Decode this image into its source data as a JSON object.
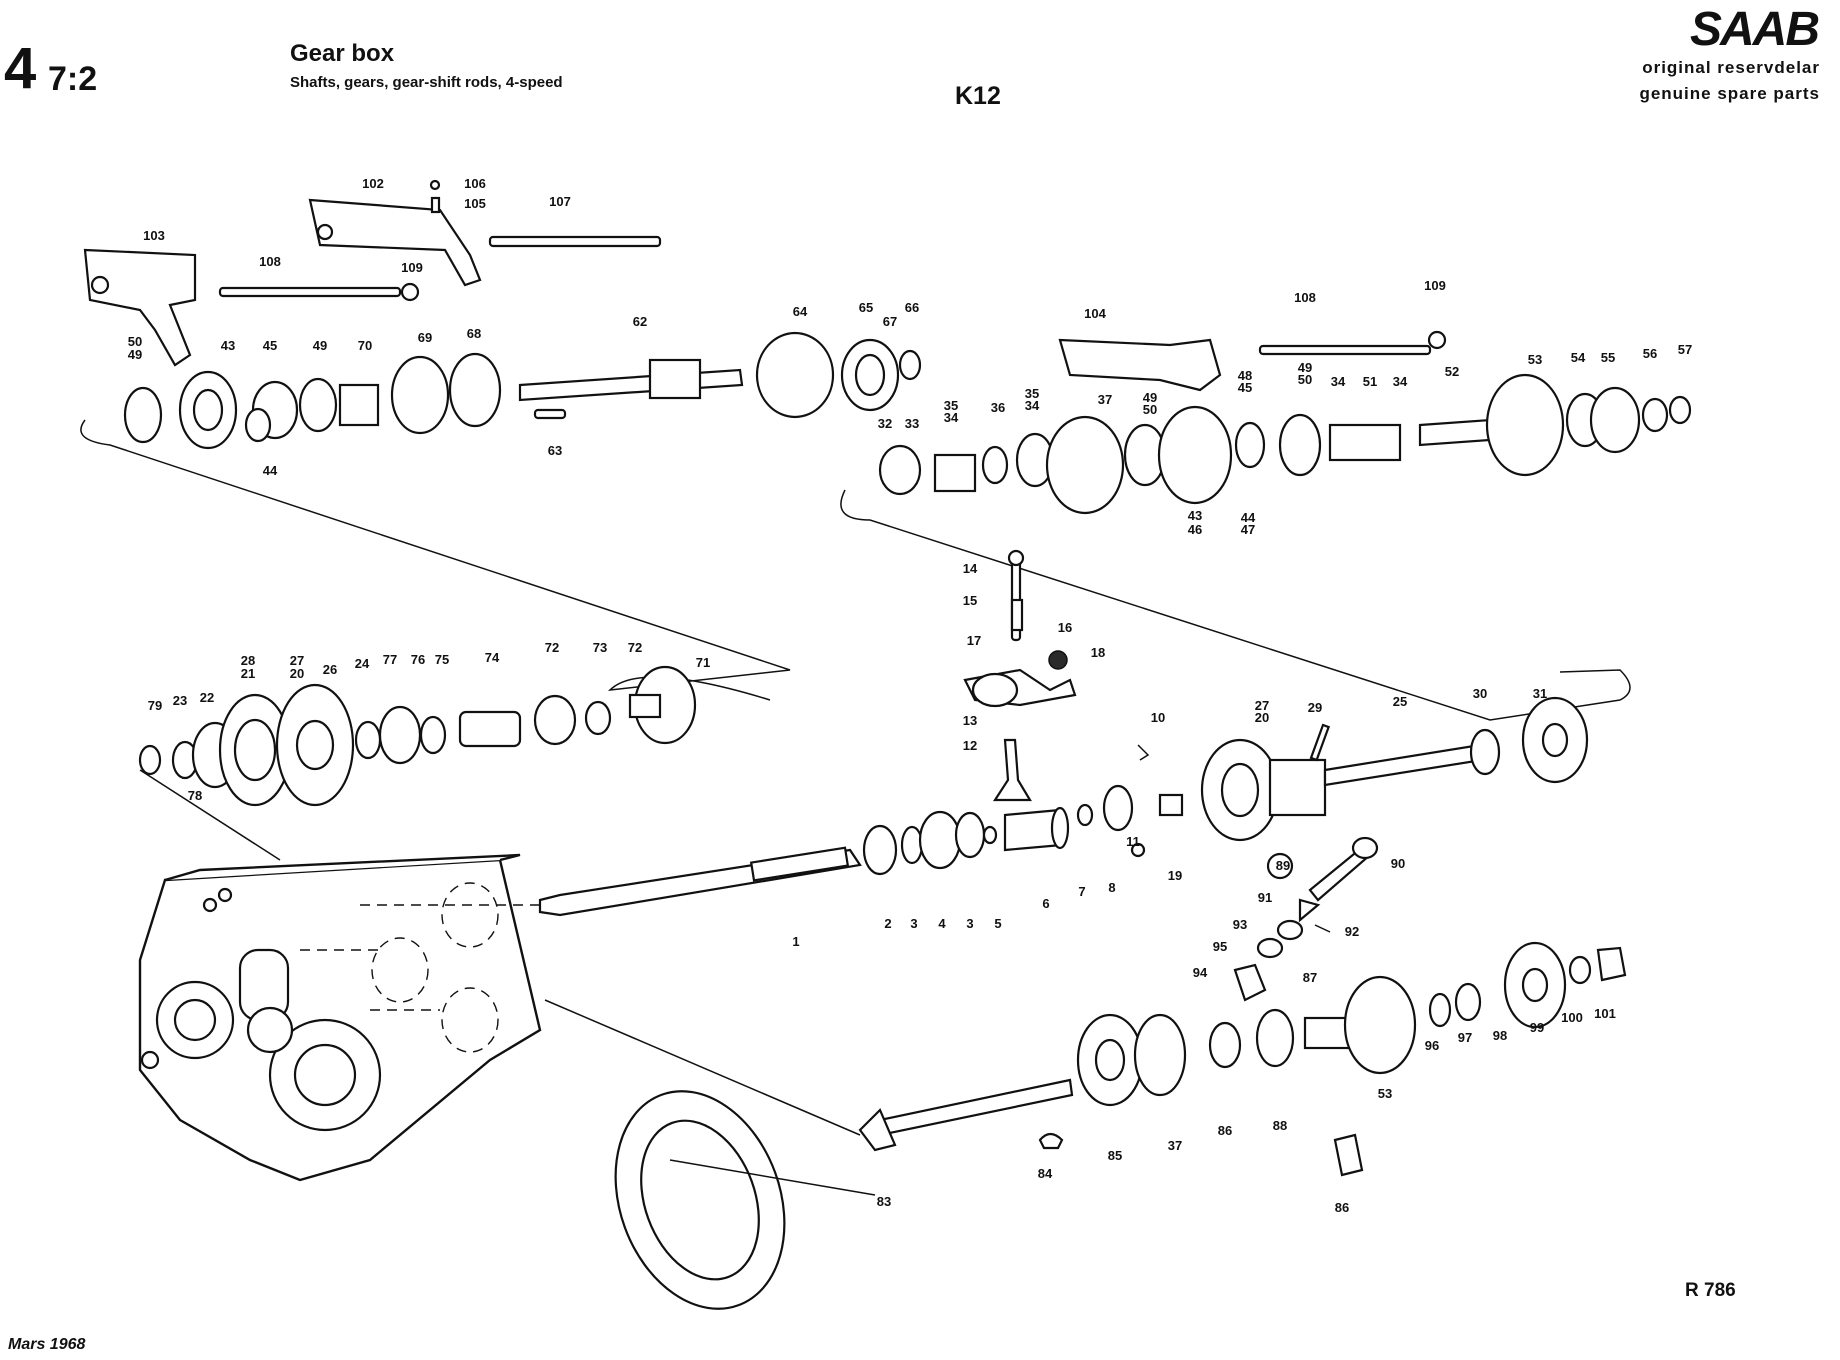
{
  "header": {
    "section_number": "4",
    "section_sub": "7:2",
    "title": "Gear box",
    "subtitle": "Shafts, gears, gear-shift rods, 4-speed",
    "model_code": "K12",
    "brand": "SAAB",
    "tagline_1": "original reservdelar",
    "tagline_2": "genuine spare parts"
  },
  "footer": {
    "drawing_ref": "R 786",
    "date": "Mars 1968"
  },
  "callouts": [
    "102",
    "106",
    "105",
    "107",
    "103",
    "108",
    "109",
    "50",
    "49",
    "43",
    "45",
    "44",
    "49",
    "70",
    "69",
    "68",
    "62",
    "63",
    "64",
    "65",
    "67",
    "66",
    "104",
    "108",
    "109",
    "32",
    "33",
    "35",
    "34",
    "36",
    "35",
    "34",
    "37",
    "49",
    "50",
    "43",
    "46",
    "48",
    "45",
    "44",
    "47",
    "49",
    "50",
    "34",
    "51",
    "34",
    "52",
    "53",
    "54",
    "55",
    "56",
    "57",
    "14",
    "15",
    "16",
    "17",
    "18",
    "13",
    "12",
    "79",
    "23",
    "22",
    "78",
    "28",
    "21",
    "27",
    "20",
    "26",
    "24",
    "77",
    "76",
    "75",
    "74",
    "72",
    "73",
    "72",
    "71",
    "10",
    "11",
    "27",
    "20",
    "29",
    "25",
    "30",
    "31",
    "2",
    "3",
    "4",
    "3",
    "5",
    "6",
    "7",
    "8",
    "19",
    "1",
    "89",
    "90",
    "91",
    "92",
    "93",
    "95",
    "94",
    "87",
    "96",
    "97",
    "98",
    "99",
    "100",
    "101",
    "85",
    "37",
    "86",
    "88",
    "53",
    "84",
    "86",
    "83"
  ]
}
